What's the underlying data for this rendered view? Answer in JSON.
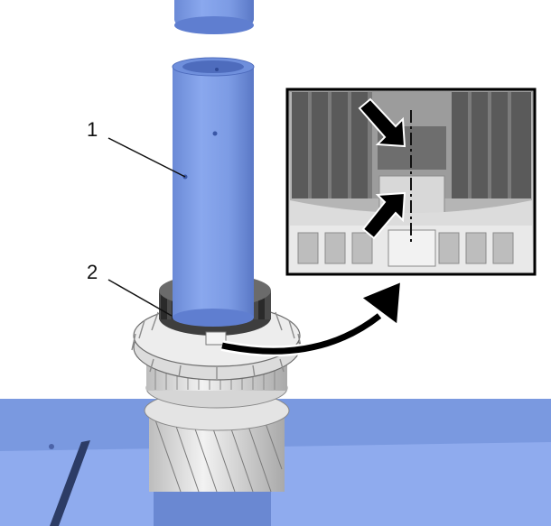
{
  "callouts": [
    {
      "label": "1",
      "part": "press-tool"
    },
    {
      "label": "2",
      "part": "synchronizer-hub"
    }
  ],
  "colors": {
    "tool_blue": "#7e9fe6",
    "tool_blue_dark": "#5b7cc8",
    "table_blue": "#7a99e0",
    "table_blue_light": "#8fabee",
    "gear_grey": "#d9d9d9",
    "gear_dark": "#3a3a3a",
    "inset_frame": "#000000",
    "arrow": "#000000"
  },
  "icons": {
    "detail_arrow": "curved-arrow-icon",
    "alignment_marks": "pointer-arrow-icon"
  }
}
